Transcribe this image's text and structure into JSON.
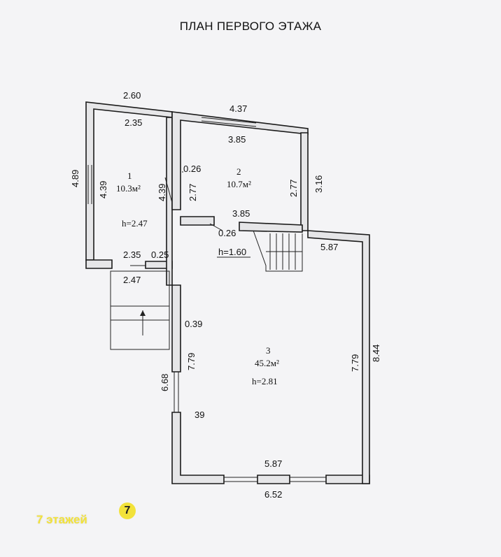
{
  "title": "ПЛАН ПЕРВОГО ЭТАЖА",
  "rooms": [
    {
      "number": "1",
      "area": "10.3м²",
      "height": "h=2.47"
    },
    {
      "number": "2",
      "area": "10.7м²"
    },
    {
      "number": "3",
      "area": "45.2м²",
      "height": "h=2.81"
    }
  ],
  "stair_height": "h=1.60",
  "dimensions": {
    "top_left_outer": "2.60",
    "top_left_inner": "2.35",
    "top_right_outer": "4.37",
    "top_right_inner": "3.85",
    "left_outer": "4.89",
    "room1_left_inner": "4.39",
    "room1_right_inner": "4.39",
    "partition_026_top": "0.26",
    "room2_left_inner": "2.77",
    "room2_right_inner": "2.77",
    "right_upper_outer": "3.16",
    "room2_bottom_inner": "3.85",
    "partition_026_bottom": "0.26",
    "hall_top_inner": "5.87",
    "room1_bottom_inner": "2.35",
    "partition_025": "0.25",
    "room1_bottom_outer": "2.47",
    "wall_039": "0.39",
    "room3_left_inner": "7.79",
    "left_lower_outer": "6.68",
    "wall_39": "39",
    "room3_right_inner": "7.79",
    "right_outer": "8.44",
    "bottom_inner": "5.87",
    "bottom_outer": "6.52"
  },
  "watermark": {
    "text": "7 этажей",
    "badge": "7",
    "color": "#f2e23a"
  }
}
